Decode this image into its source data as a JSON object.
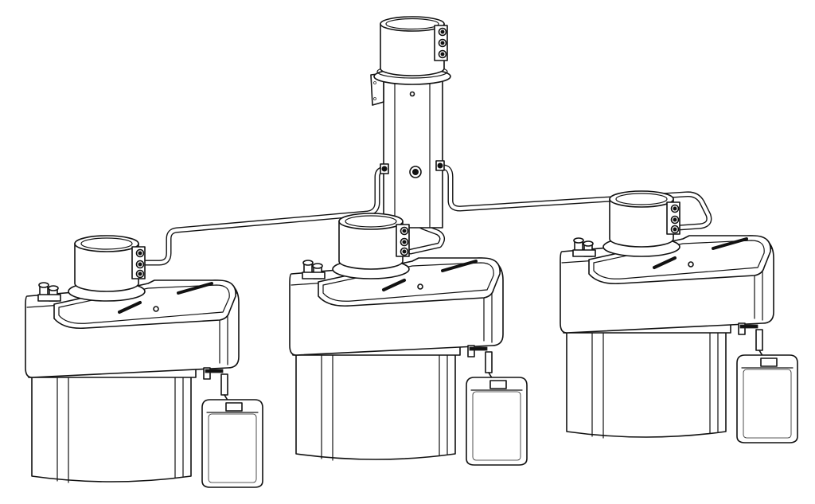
{
  "figure": {
    "units": [
      {
        "id": "left"
      },
      {
        "id": "center"
      },
      {
        "id": "right"
      }
    ]
  }
}
